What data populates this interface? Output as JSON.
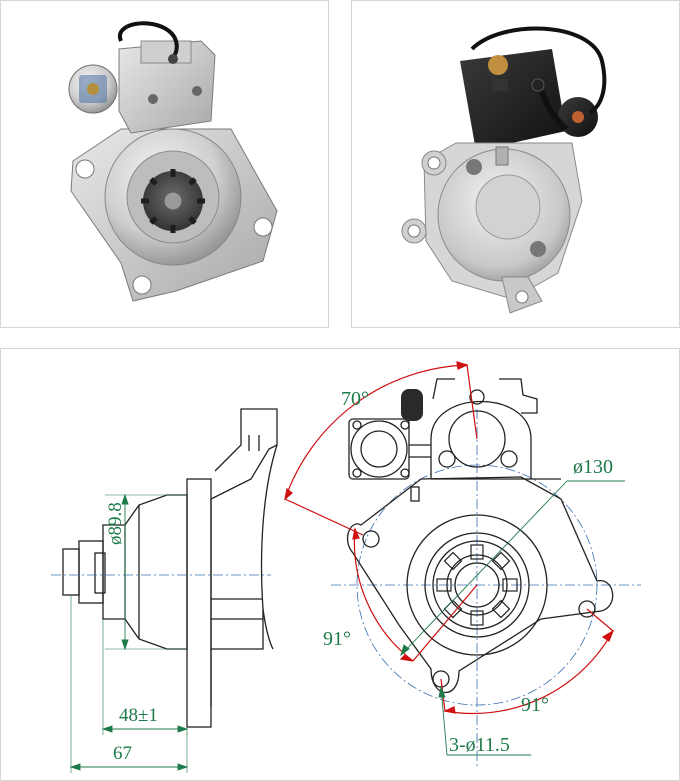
{
  "colors": {
    "dimension_green": "#1f7a4a",
    "arc_red": "#d01010",
    "line_black": "#222222",
    "centerline_blue": "#3a6fb0",
    "panel_border": "#d6d6d6",
    "metal_light": "#d9d9d9",
    "metal_dark": "#8a8a8a"
  },
  "drawing": {
    "angle_top": "70°",
    "angle_left": "91°",
    "angle_bottom": "91°",
    "diameter_flange": "ø130",
    "diameter_pilot": "ø89.8",
    "length_pilot": "48±1",
    "length_total": "67",
    "holes": "3-ø11.5"
  }
}
